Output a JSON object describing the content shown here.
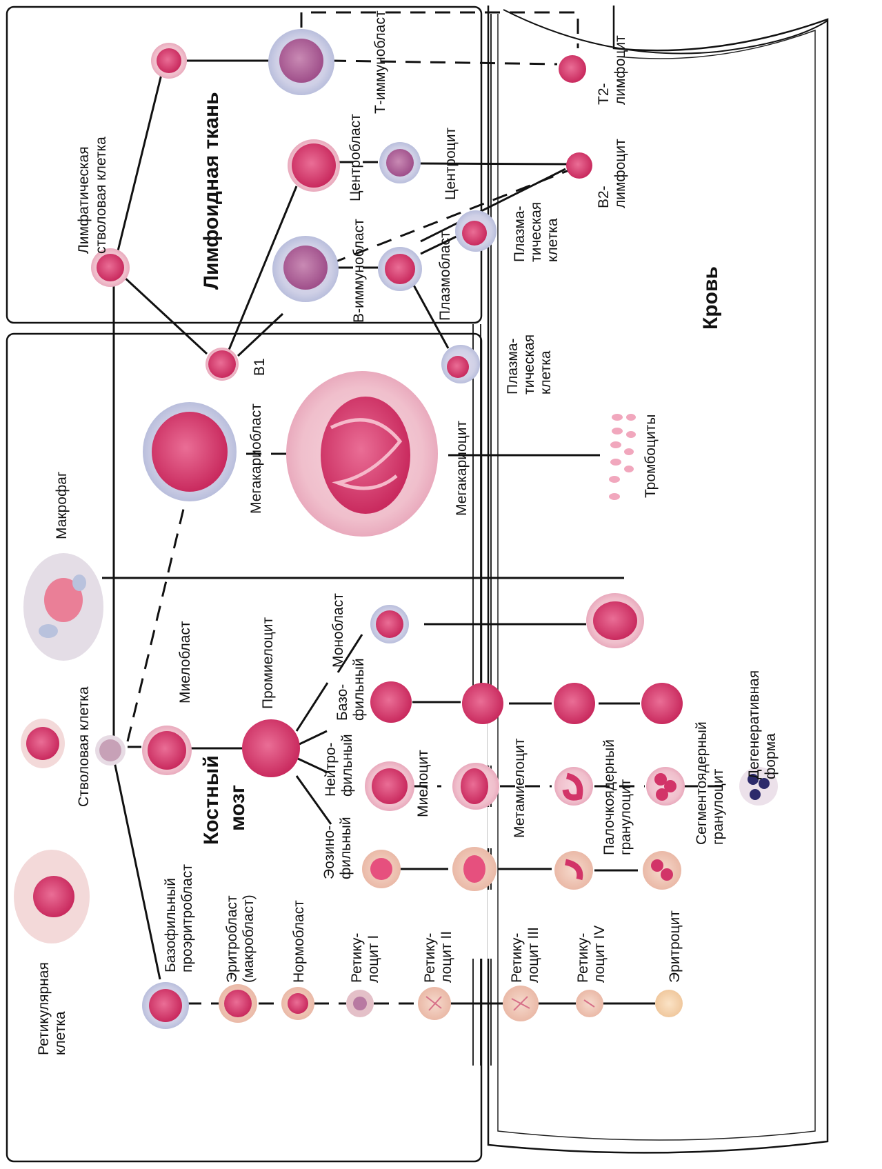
{
  "regions": {
    "lymphoid": "Лимфоидная ткань",
    "marrow_1": "Костный",
    "marrow_2": "мозг",
    "blood": "Кровь"
  },
  "labels": {
    "lymph_stem_1": "Лимфатическая",
    "lymph_stem_2": "стволовая клетка",
    "t_immunoblast": "Т-иммунобласт",
    "t2_1": "Т2-",
    "t2_2": "лимфоцит",
    "centroblast": "Центробласт",
    "centrocyte": "Центроцит",
    "b2_1": "В2-",
    "b2_2": "лимфоцит",
    "b_immunoblast": "В-иммунобласт",
    "plasmoblast": "Плазмобласт",
    "plasma_top_1": "Плазма-",
    "plasma_top_2": "тическая",
    "plasma_top_3": "клетка",
    "b1": "В1",
    "plasma_bot_1": "Плазма-",
    "plasma_bot_2": "тическая",
    "plasma_bot_3": "клетка",
    "megakaryoblast": "Мегакариобласт",
    "megakaryocyte": "Мегакариоцит",
    "thrombocytes": "Тромбоциты",
    "macrophage": "Макрофаг",
    "stem_cell": "Стволовая клетка",
    "myeloblast": "Миелобласт",
    "promyelocyte": "Промиелоцит",
    "monoblast": "Монобласт",
    "baso_1": "Базо-",
    "baso_2": "фильный",
    "neutro_1": "Нейтро-",
    "neutro_2": "фильный",
    "eosino_1": "Эозино-",
    "eosino_2": "фильный",
    "myelocyte": "Миелоцит",
    "metamyelocyte": "Метамиелоцит",
    "band_1": "Палочкоядерный",
    "band_2": "гранулоцит",
    "segmented_1": "Сегментоядерный",
    "segmented_2": "гранулоцит",
    "degen_1": "Дегенеративная",
    "degen_2": "форма",
    "reticular_1": "Ретикулярная",
    "reticular_2": "клетка",
    "baso_proerythro_1": "Базофильный",
    "baso_proerythro_2": "проэритробласт",
    "erythroblast_1": "Эритробласт",
    "erythroblast_2": "(макробласт)",
    "normoblast": "Нормобласт",
    "retic1_1": "Ретику-",
    "retic1_2": "лоцит I",
    "retic2_1": "Ретику-",
    "retic2_2": "лоцит II",
    "retic3_1": "Ретику-",
    "retic3_2": "лоцит III",
    "retic4_1": "Ретику-",
    "retic4_2": "лоцит IV",
    "erythrocyte": "Эритроцит"
  },
  "colors": {
    "nucleus": "#d8336a",
    "cytoplasm_pink": "#f1b9c9",
    "cytoplasm_blue": "#c9cfe6",
    "line": "#111111"
  }
}
